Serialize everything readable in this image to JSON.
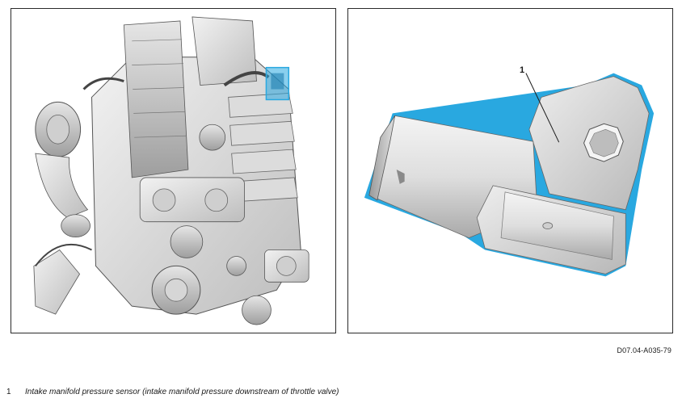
{
  "figure": {
    "code": "D07.04-A035-79",
    "callouts": [
      {
        "number": "1"
      }
    ]
  },
  "legend": [
    {
      "number": "1",
      "description": "Intake manifold pressure sensor (intake manifold pressure downstream of throttle valve)"
    }
  ],
  "colors": {
    "highlight": "#29a8e0",
    "frame": "#2a2a2a"
  }
}
